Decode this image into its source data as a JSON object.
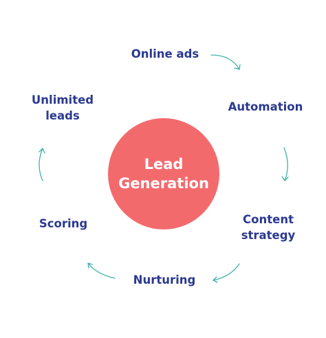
{
  "center": {
    "label": "Lead\nGeneration"
  },
  "stages": [
    {
      "label": "Online ads"
    },
    {
      "label": "Automation"
    },
    {
      "label": "Content\nstrategy"
    },
    {
      "label": "Nurturing"
    },
    {
      "label": "Scoring"
    },
    {
      "label": "Unlimited\nleads"
    }
  ],
  "colors": {
    "center_fill": "#f36a6d",
    "center_text": "#ffffff",
    "stage_text": "#2b3990",
    "arrow": "#3fb0a8"
  }
}
